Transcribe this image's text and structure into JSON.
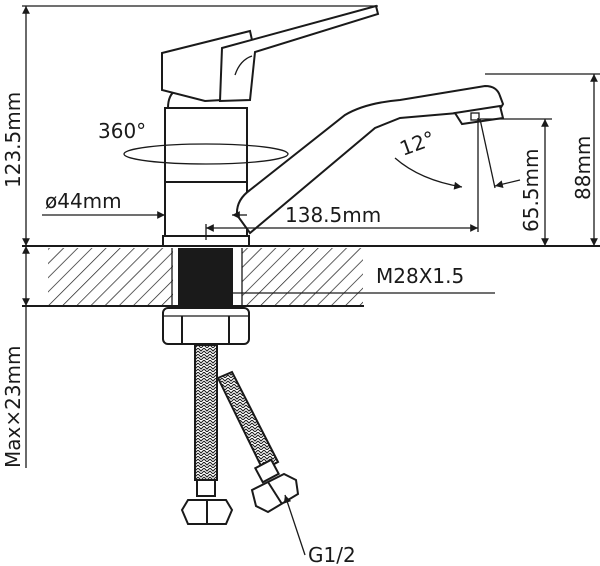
{
  "diagram": {
    "subject": "single-lever kitchen faucet, side view with mounting",
    "dimensions": {
      "total_height": "123.5mm",
      "rotation": "360°",
      "base_diameter": "ø44mm",
      "spout_reach": "138.5mm",
      "spout_angle": "12°",
      "aerator_height": "65.5mm",
      "spout_height": "88mm",
      "thread": "M28X1.5",
      "max_counter_thickness": "Max×23mm",
      "hose_connection": "G1/2"
    },
    "colors": {
      "line": "#1a1a1a",
      "background": "#ffffff"
    }
  }
}
